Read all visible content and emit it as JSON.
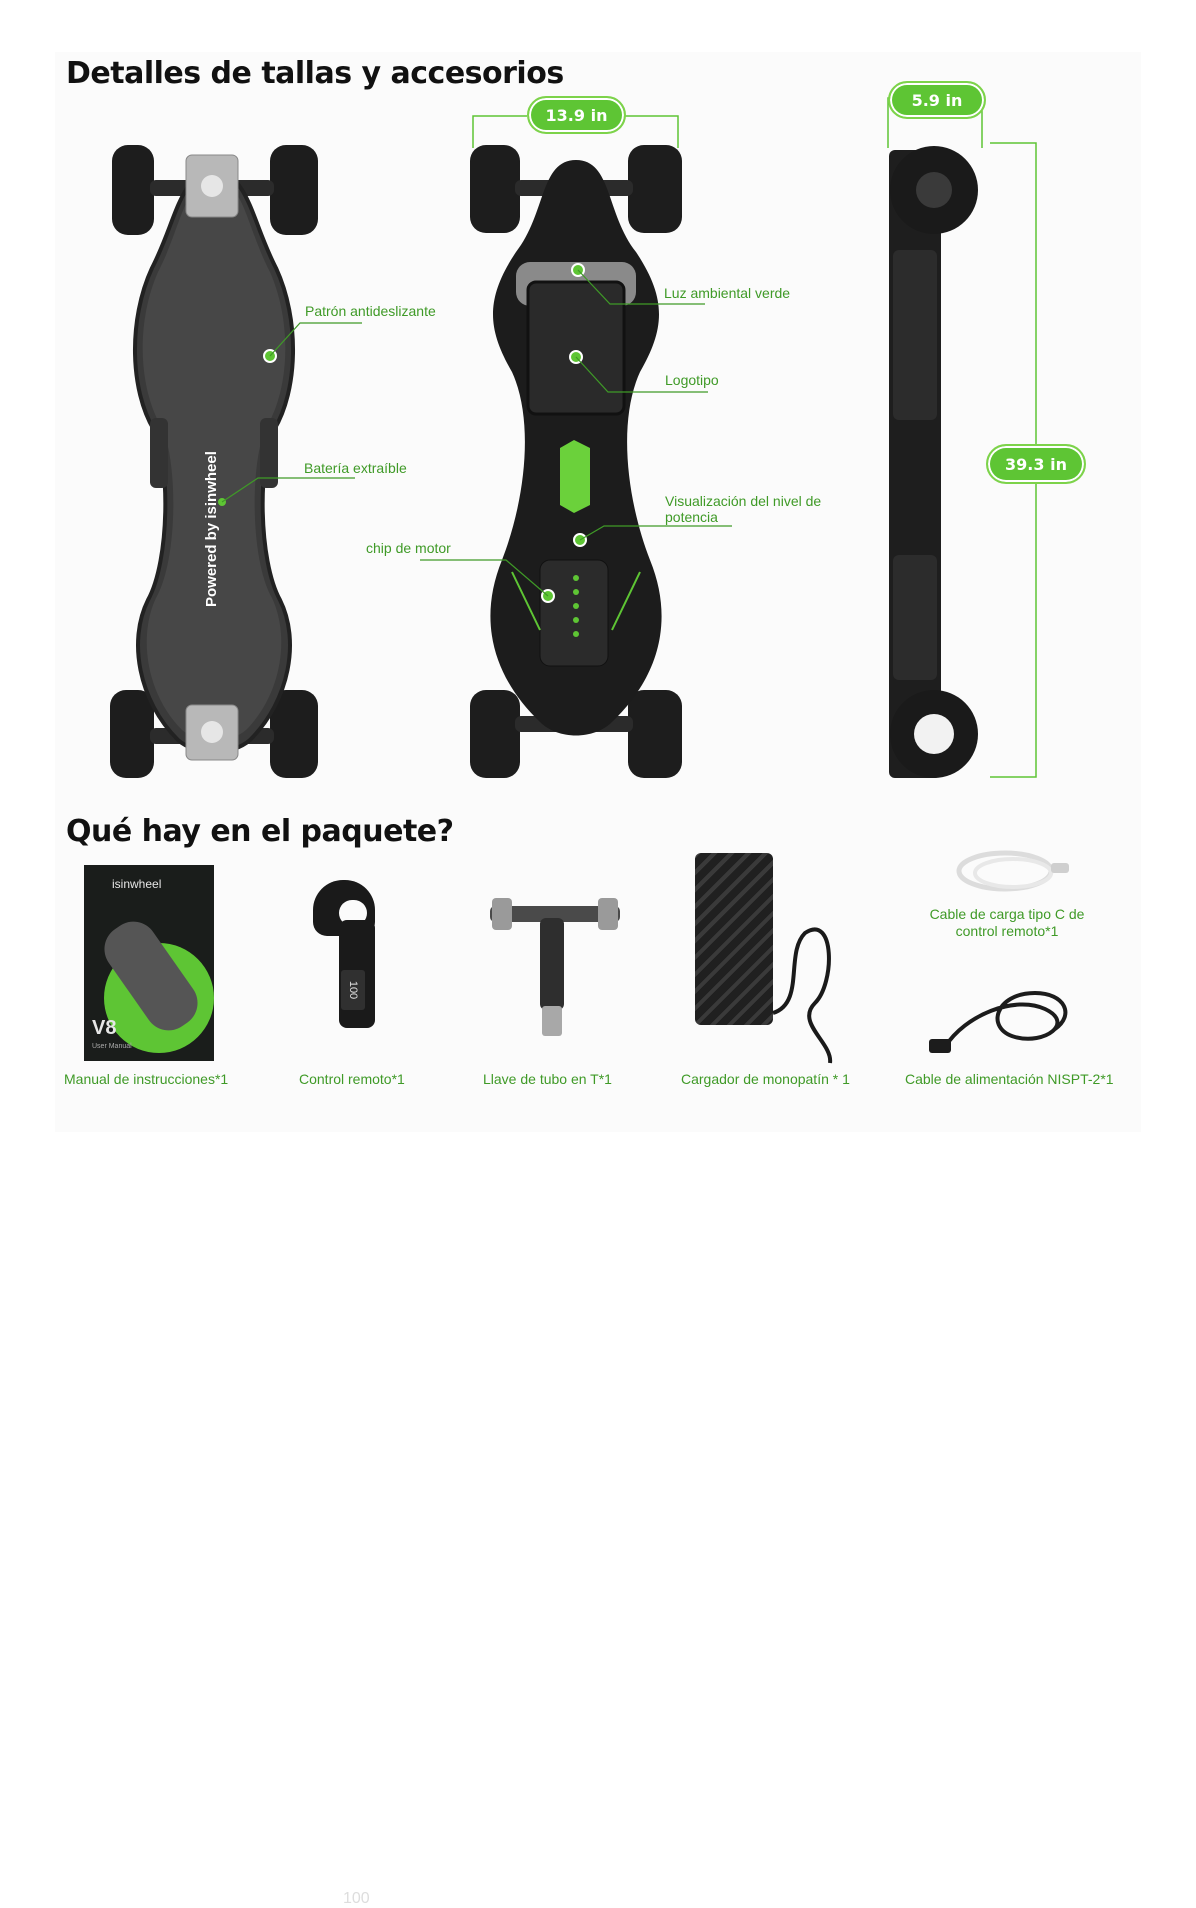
{
  "headings": {
    "sizes": "Detalles de tallas y accesorios",
    "package": "Qué hay en el paquete?"
  },
  "dimensions": {
    "width": "13.9 in",
    "height": "5.9 in",
    "length": "39.3 in"
  },
  "callouts": {
    "antislip": "Patrón antideslizante",
    "battery": "Batería extraíble",
    "ambient_light": "Luz ambiental verde",
    "logo": "Logotipo",
    "power_display": "Visualización del nivel de potencia",
    "motor_chip": "chip de motor"
  },
  "deck_print": {
    "powered_by": "Powered by",
    "brand": "isinwheel"
  },
  "package_items": [
    {
      "label": "Manual de instrucciones*1",
      "icon": "manual-icon"
    },
    {
      "label": "Control remoto*1",
      "icon": "remote-icon"
    },
    {
      "label": "Llave de tubo en T*1",
      "icon": "t-tool-icon"
    },
    {
      "label": "Cargador de monopatín * 1",
      "icon": "charger-icon"
    },
    {
      "label": "Cable de carga tipo C de control remoto*1",
      "icon": "usb-c-cable-icon"
    },
    {
      "label": "Cable de alimentación NISPT-2*1",
      "icon": "power-cable-icon"
    }
  ],
  "manual": {
    "brand": "isinwheel",
    "model": "V8",
    "subtitle": "User Manual"
  },
  "remote_display": "100",
  "colors": {
    "accent": "#5ec534",
    "callout_text": "#3f9a27",
    "board_dark": "#1c1c1c"
  }
}
